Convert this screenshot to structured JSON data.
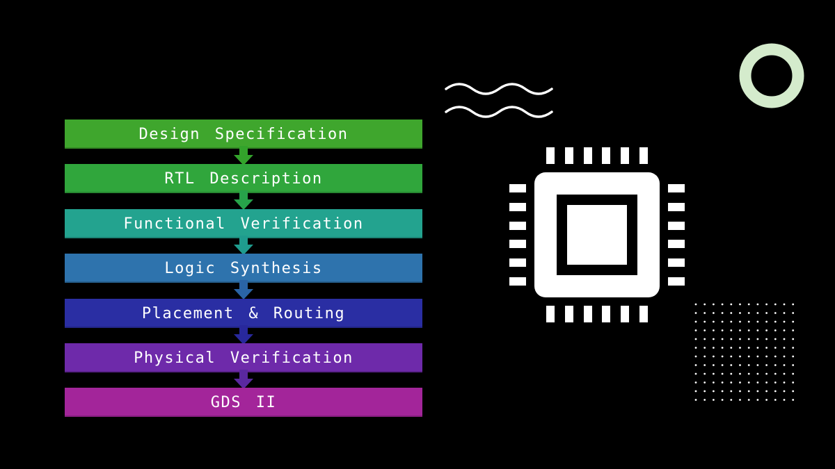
{
  "flow": {
    "steps": [
      {
        "label": "Design Specification",
        "color": "#3fa62d"
      },
      {
        "label": "RTL Description",
        "color": "#30a63c"
      },
      {
        "label": "Functional Verification",
        "color": "#23a38f"
      },
      {
        "label": "Logic Synthesis",
        "color": "#2e73ad"
      },
      {
        "label": "Placement & Routing",
        "color": "#2a2ea3"
      },
      {
        "label": "Physical Verification",
        "color": "#6e2aaa"
      },
      {
        "label": "GDS II",
        "color": "#a3259a"
      }
    ],
    "arrow_colors": [
      "#33a32b",
      "#27a34a",
      "#1f9c8e",
      "#2a64a6",
      "#28289c",
      "#5a28a0"
    ]
  },
  "decorations": {
    "ring_color": "#d4ebcc",
    "chip_color": "#ffffff",
    "wave_color": "#ffffff",
    "dot_color": "#ffffff"
  }
}
